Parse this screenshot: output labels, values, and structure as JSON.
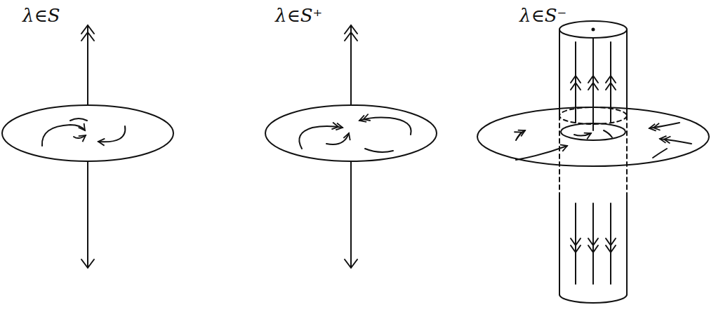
{
  "diagram": {
    "labels": [
      "λ∈S",
      "λ∈S⁺",
      "λ∈S⁻"
    ]
  }
}
